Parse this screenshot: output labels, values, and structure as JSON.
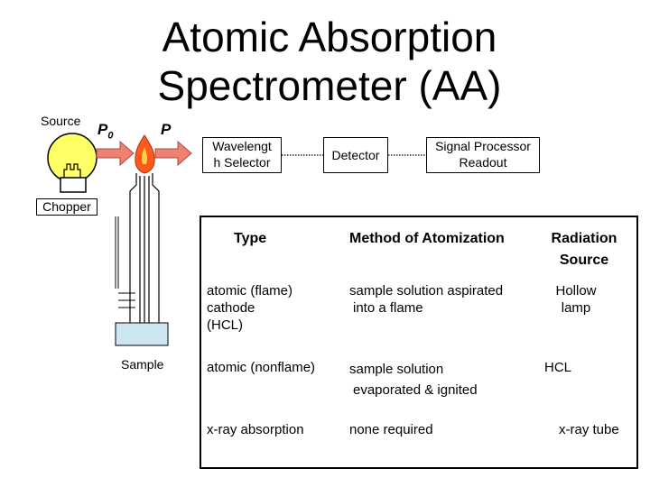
{
  "title": {
    "line1": "Atomic Absorption",
    "line2": "Spectrometer (AA)"
  },
  "diagram": {
    "source_label": "Source",
    "p0_label": "P",
    "p0_sub": "0",
    "p_label": "P",
    "chopper_label": "Chopper",
    "wavelength_selector": {
      "line1": "Wavelengt",
      "line2": "h Selector"
    },
    "detector": "Detector",
    "signal_processor": {
      "line1": "Signal Processor",
      "line2": "Readout"
    },
    "sample_label": "Sample",
    "colors": {
      "bulb": "#ffff66",
      "arrow": "#f08070",
      "flame": "#ff5a1e",
      "sample_tray": "#cce6ef"
    }
  },
  "table": {
    "headers": {
      "type": "Type",
      "method": "Method of Atomization",
      "source_l1": "Radiation",
      "source_l2": "Source"
    },
    "rows": [
      {
        "type_l1": "atomic (flame)",
        "type_l2": "cathode",
        "type_l3": "(HCL)",
        "method_l1": "sample solution aspirated",
        "method_l2": "into a flame",
        "source_l1": "Hollow",
        "source_l2": "lamp"
      },
      {
        "type_l1": "atomic (nonflame)",
        "method_l1": "sample solution",
        "method_l2": "evaporated & ignited",
        "source_l1": "HCL"
      },
      {
        "type_l1": "x-ray absorption",
        "method_l1": "none required",
        "source_l1": "x-ray tube"
      }
    ]
  }
}
